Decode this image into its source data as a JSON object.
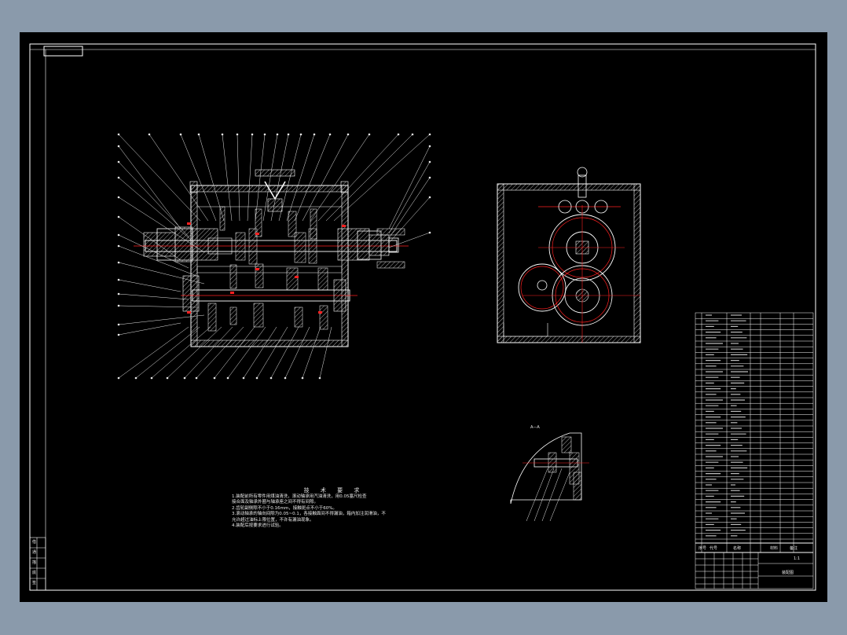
{
  "sheet": {
    "background": "#000000",
    "frame_color": "#ffffff",
    "accent_red": "#ff2020",
    "hatch_color": "#b0b0b0"
  },
  "technical_requirements": {
    "title": "技 术 要 求",
    "lines": [
      "1.装配前所有零件用煤油清洗，滚动轴承用汽油清洗，用0.05塞尺检查",
      "接合面及轴承外圈与轴承座之间不得有间隙。",
      "2.齿轮副侧隙不小于0.16mm，接触斑点不小于60%。",
      "3.滚动轴承的轴向间隙为0.05~0.1，各接触面间不得漏油，箱内加注润滑油，不",
      "允许超过油标上限位置，不许有漏油现象。",
      "4.装配后按要求进行试验。"
    ]
  },
  "section_label": "A—A",
  "title_block": {
    "header_index": "序号",
    "header_code": "代号",
    "header_name": "名称",
    "header_material": "材料",
    "header_remark": "备注",
    "scale": "1:1",
    "drawing_name": "装配图",
    "left_strip": [
      "借",
      "通",
      "描",
      "底",
      "签"
    ]
  }
}
